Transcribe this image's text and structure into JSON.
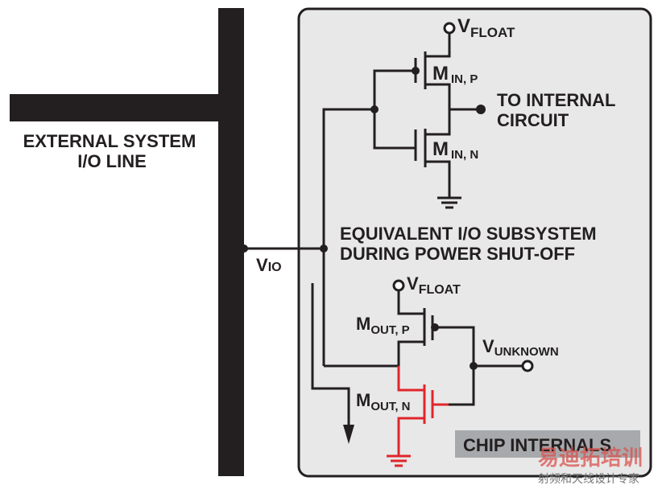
{
  "labels": {
    "external_line": [
      "EXTERNAL SYSTEM",
      "I/O LINE"
    ],
    "vio_main": "V",
    "vio_sub": "IO",
    "vfloat_top_main": "V",
    "vfloat_top_sub": "FLOAT",
    "min_p_main": "M",
    "min_p_sub": "IN, P",
    "min_n_main": "M",
    "min_n_sub": "IN, N",
    "to_internal": [
      "TO INTERNAL",
      "CIRCUIT"
    ],
    "subsystem": [
      "EQUIVALENT I/O SUBSYSTEM",
      "DURING POWER SHUT-OFF"
    ],
    "vfloat_bottom_main": "V",
    "vfloat_bottom_sub": "FLOAT",
    "mout_p_main": "M",
    "mout_p_sub": "OUT, P",
    "mout_n_main": "M",
    "mout_n_sub": "OUT, N",
    "vunknown_main": "V",
    "vunknown_sub": "UNKNOWN",
    "chip_internals": "CHIP INTERNALS"
  },
  "watermark": {
    "line1": "易迪拓培训",
    "line2": "射频和天线设计专家"
  },
  "colors": {
    "wire": "#231f20",
    "highlight": "#e0262b",
    "chip_bg": "#e8e8e8",
    "label_box": "#a7a9ac"
  }
}
